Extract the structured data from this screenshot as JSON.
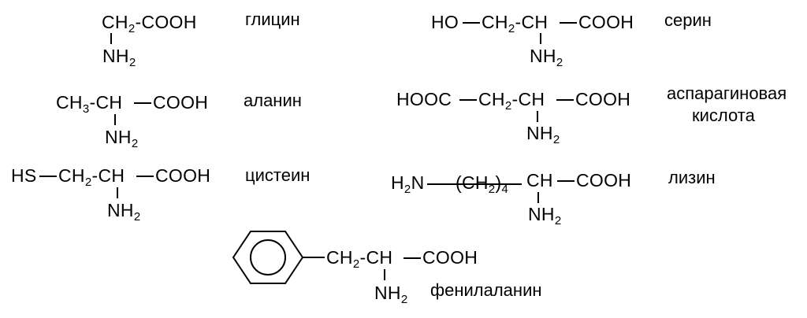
{
  "molecules": {
    "glycine": {
      "name": "глицин",
      "ch2": "CH",
      "ch2_sub": "2",
      "cooh": "COOH",
      "nh2": "NH",
      "nh2_sub": "2"
    },
    "alanine": {
      "name": "аланин",
      "ch3": "CH",
      "ch3_sub": "3",
      "ch": "CH",
      "cooh": "COOH",
      "nh2": "NH",
      "nh2_sub": "2"
    },
    "cysteine": {
      "name": "цистеин",
      "hs": "HS",
      "ch2": "CH",
      "ch2_sub": "2",
      "ch": "CH",
      "cooh": "COOH",
      "nh2": "NH",
      "nh2_sub": "2"
    },
    "serine": {
      "name": "серин",
      "ho": "HO",
      "ch2": "CH",
      "ch2_sub": "2",
      "ch": "CH",
      "cooh": "COOH",
      "nh2": "NH",
      "nh2_sub": "2"
    },
    "aspartic": {
      "name_line1": "аспарагиновая",
      "name_line2": "кислота",
      "hooc": "HOOC",
      "ch2": "CH",
      "ch2_sub": "2",
      "ch": "CH",
      "cooh": "COOH",
      "nh2": "NH",
      "nh2_sub": "2"
    },
    "lysine": {
      "name": "лизин",
      "h2n_h": "H",
      "h2n_sub": "2",
      "h2n_n": "N",
      "paren_open": "(",
      "ch2": "CH",
      "ch2_sub": "2",
      "paren_close": ")",
      "n_sub": "4",
      "ch": "CH",
      "cooh": "COOH",
      "nh2": "NH",
      "nh2_sub": "2"
    },
    "phenylalanine": {
      "name": "фенилаланин",
      "ch2": "CH",
      "ch2_sub": "2",
      "ch": "CH",
      "cooh": "COOH",
      "nh2": "NH",
      "nh2_sub": "2"
    }
  }
}
